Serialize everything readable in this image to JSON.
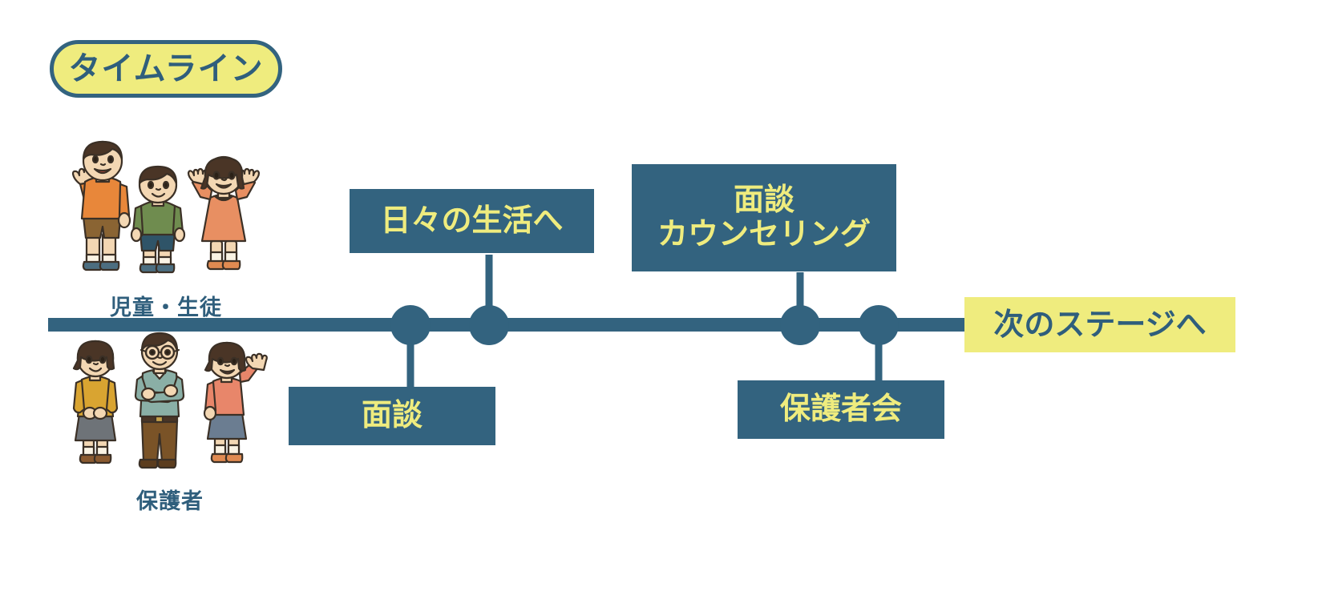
{
  "diagram": {
    "title_badge": {
      "label": "タイムライン"
    },
    "colors": {
      "accent_blue": "#33637F",
      "accent_yellow": "#EFEC7E",
      "background": "#FFFFFF",
      "caption_text": "#2F5E7C"
    },
    "groups": [
      {
        "id": "students",
        "caption": "児童・生徒"
      },
      {
        "id": "guardians",
        "caption": "保護者"
      }
    ],
    "events": [
      {
        "id": "mendan-lower",
        "label": "面談",
        "position": "below"
      },
      {
        "id": "hibi-no-seikatsu",
        "label": "日々の生活へ",
        "position": "above"
      },
      {
        "id": "mendan-counseling",
        "label": "面談\nカウンセリング",
        "position": "above"
      },
      {
        "id": "hogoshakai",
        "label": "保護者会",
        "position": "below"
      }
    ],
    "end_banner": {
      "label": "次のステージへ"
    }
  }
}
